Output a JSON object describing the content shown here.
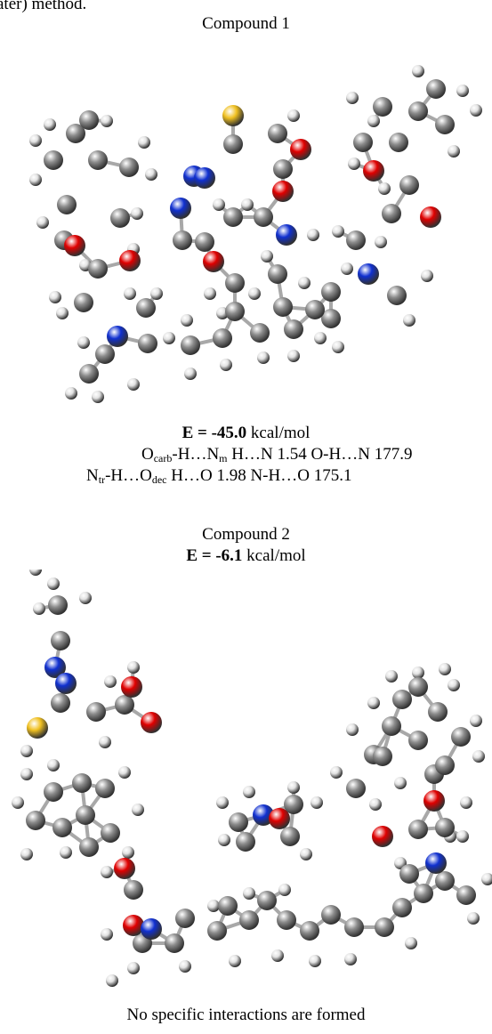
{
  "intro_fragment": "ater) method.",
  "compound1": {
    "title": "Compound 1",
    "energy_label": "E = ",
    "energy_value": "-45.0",
    "energy_unit": " kcal/mol",
    "hbond1": {
      "donor": "O",
      "donor_sub": "carb",
      "mid": "-H…N",
      "acceptor_sub": "m",
      "detail": " H…N 1.54 O-H…N 177.9"
    },
    "hbond2": {
      "donor": "N",
      "donor_sub": "tr",
      "mid": "-H…O",
      "acceptor_sub": "dec",
      "detail": " H…O 1.98 N-H…O 175.1"
    }
  },
  "compound2": {
    "title": "Compound 2",
    "energy_label": "E = ",
    "energy_value": "-6.1",
    "energy_unit": " kcal/mol",
    "note": "No specific interactions are formed"
  },
  "colors": {
    "carbon": "#8c8c8c",
    "hydrogen": "#e2e2e2",
    "oxygen": "#e00000",
    "nitrogen": "#1030d0",
    "sulfur": "#f0c020",
    "bond": "#a8a8a8"
  }
}
